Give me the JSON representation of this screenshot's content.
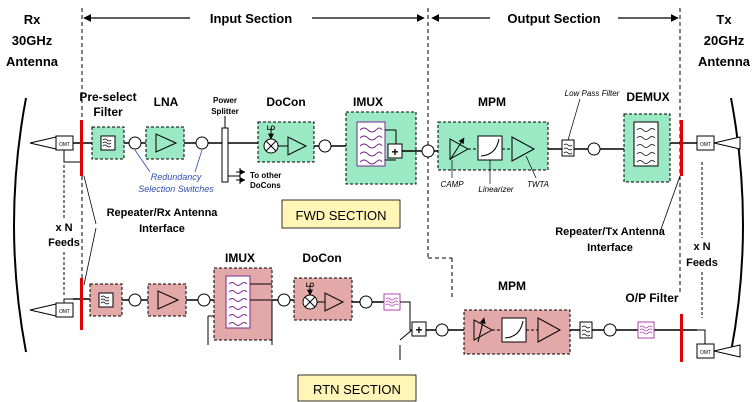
{
  "colors": {
    "fwd_fill": "#9ae8c4",
    "rtn_fill": "#e3a9a9",
    "mux_purple": "#7a2a8a",
    "rtn_filter": "#b040b0",
    "section_label_bg": "#fff6b8",
    "red_bar": "#e00000",
    "redundancy_blue": "#2f4fb0"
  },
  "header": {
    "rx_lines": [
      "Rx",
      "30GHz",
      "Antenna"
    ],
    "tx_lines": [
      "Tx",
      "20GHz",
      "Antenna"
    ],
    "input_section": "Input Section",
    "output_section": "Output Section"
  },
  "fwd": {
    "preselect_lines": [
      "Pre-select",
      "Filter"
    ],
    "lna": "LNA",
    "power_splitter_lines": [
      "Power",
      "Splitter"
    ],
    "docon": "DoCon",
    "lo": "LO",
    "imux": "IMUX",
    "mpm": "MPM",
    "low_pass_filter": "Low Pass Filter",
    "demux": "DEMUX",
    "camp": "CAMP",
    "linearizer": "Linearizer",
    "twta": "TWTA",
    "redundancy_lines": [
      "Redundancy",
      "Selection Switches"
    ],
    "to_other_docons_lines": [
      "To other",
      "DoCons"
    ],
    "section_label": "FWD SECTION"
  },
  "middle": {
    "rx_interface_lines": [
      "Repeater/Rx Antenna",
      "Interface"
    ],
    "tx_interface_lines": [
      "Repeater/Tx Antenna",
      "Interface"
    ],
    "left_feeds_lines": [
      "x N",
      "Feeds"
    ],
    "right_feeds_lines": [
      "x N",
      "Feeds"
    ]
  },
  "rtn": {
    "imux": "IMUX",
    "docon": "DoCon",
    "lo": "LO",
    "mpm": "MPM",
    "op_filter": "O/P Filter",
    "section_label": "RTN SECTION"
  },
  "omt": "OMT",
  "plus": "+"
}
